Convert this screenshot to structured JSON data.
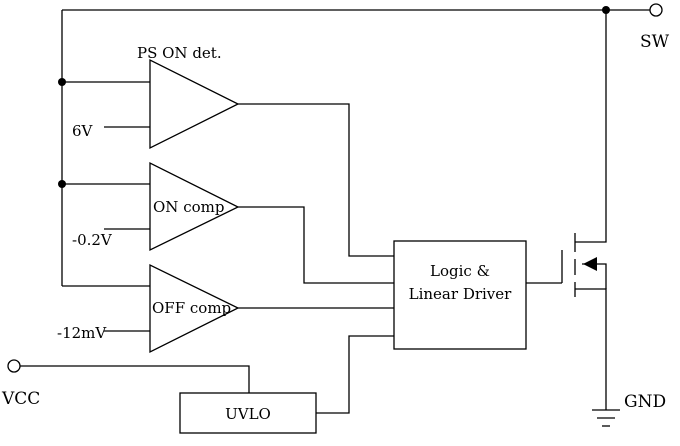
{
  "title": "PS ON det.",
  "pins": {
    "sw": "SW",
    "gnd": "GND",
    "vcc": "VCC"
  },
  "references": {
    "ps_on": "6V",
    "on_comp": "-0.2V",
    "off_comp": "-12mV"
  },
  "blocks": {
    "on_comp": "ON comp",
    "off_comp": "OFF comp",
    "logic_line1": "Logic &",
    "logic_line2": "Linear Driver",
    "uvlo": "UVLO"
  }
}
